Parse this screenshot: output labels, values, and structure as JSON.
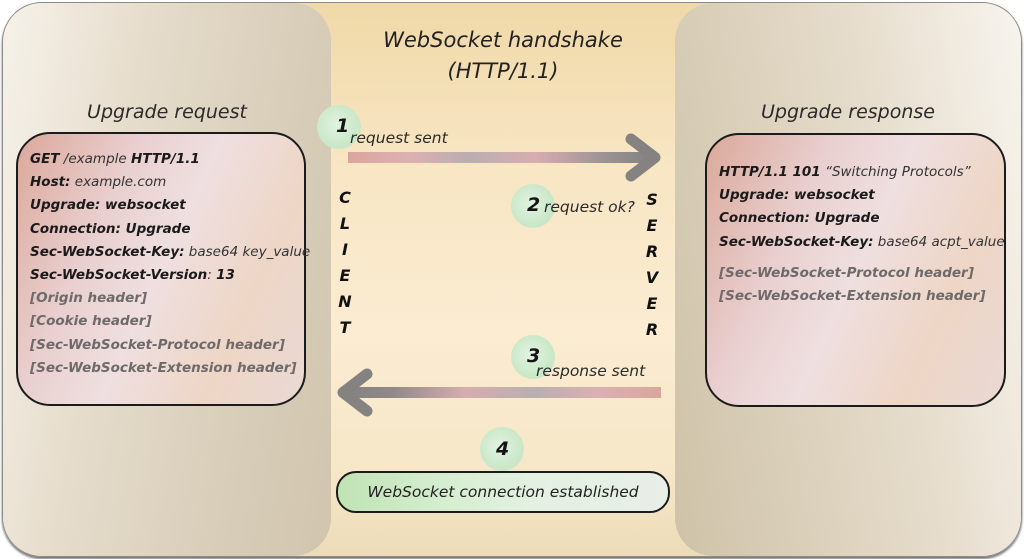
{
  "diagram": {
    "title_line1": "WebSocket handshake",
    "title_line2": "(HTTP/1.1)",
    "client_label": [
      "C",
      "L",
      "I",
      "E",
      "N",
      "T"
    ],
    "server_label": [
      "S",
      "E",
      "R",
      "V",
      "E",
      "R"
    ],
    "request": {
      "heading": "Upgrade request",
      "lines": [
        {
          "key": "GET",
          "value": " /example ",
          "key2": "HTTP/1.1"
        },
        {
          "key": "Host:",
          "value": " example.com"
        },
        {
          "key": "Upgrade: websocket",
          "value": ""
        },
        {
          "key": "Connection: Upgrade",
          "value": ""
        },
        {
          "key": "Sec-WebSocket-Key:",
          "value": " base64 key_value"
        },
        {
          "key": "Sec-WebSocket-Version",
          "value": ": ",
          "key2": "13"
        }
      ],
      "optional_lines": [
        "[Origin header]",
        "[Cookie header]",
        "[Sec-WebSocket-Protocol header]",
        "[Sec-WebSocket-Extension header]"
      ]
    },
    "response": {
      "heading": "Upgrade response",
      "lines": [
        {
          "key": "HTTP/1.1 101",
          "value": " “Switching Protocols”"
        },
        {
          "key": "Upgrade: websocket",
          "value": ""
        },
        {
          "key": "Connection: Upgrade",
          "value": ""
        },
        {
          "key": "Sec-WebSocket-Key:",
          "value": " base64 acpt_value"
        }
      ],
      "optional_lines": [
        "[Sec-WebSocket-Protocol header]",
        "[Sec-WebSocket-Extension header]"
      ]
    },
    "steps": [
      {
        "number": "1",
        "label": "request sent"
      },
      {
        "number": "2",
        "label": "request ok?"
      },
      {
        "number": "3",
        "label": "response sent"
      },
      {
        "number": "4",
        "label": "WebSocket connection established"
      }
    ],
    "colors": {
      "arrow_pink": "#d9a69c",
      "arrow_gray": "#858282",
      "badge_green": "#c8e7c4",
      "card_border": "#1b1b1b"
    }
  }
}
